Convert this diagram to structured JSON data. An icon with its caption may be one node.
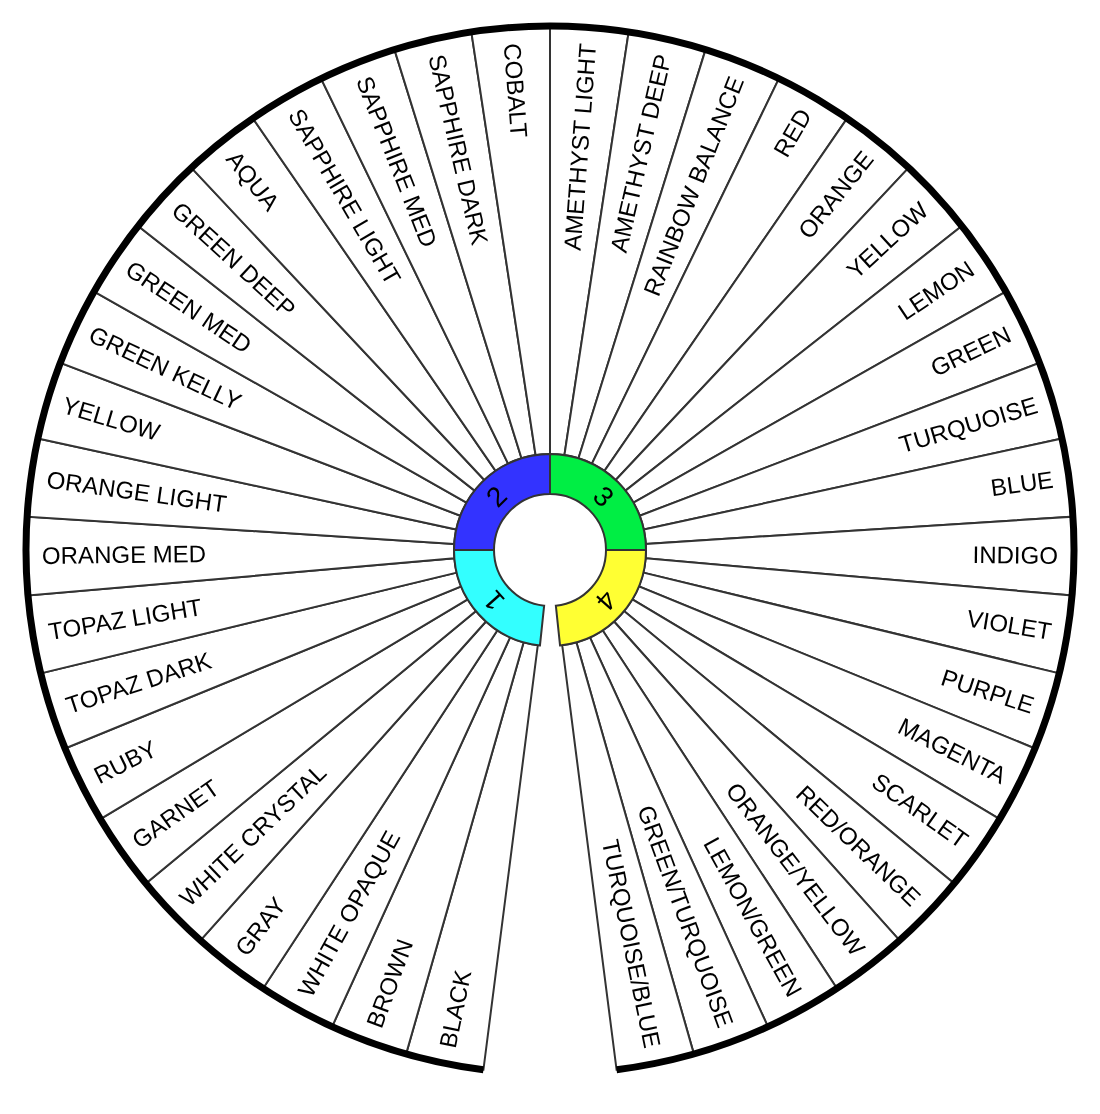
{
  "diagram": {
    "nodes": [
      {
        "text": [
          "1"
        ]
      },
      {
        "text": [
          "2"
        ]
      },
      {
        "text": [
          "3"
        ]
      },
      {
        "text": [
          "4"
        ]
      },
      {
        "text": [
          "AMETHYST LIGHT"
        ]
      },
      {
        "text": [
          "AMETHYST DEEP"
        ]
      },
      {
        "text": [
          "RAINBOW BALANCE"
        ]
      },
      {
        "text": [
          "RED"
        ]
      },
      {
        "text": [
          "ORANGE"
        ]
      },
      {
        "text": [
          "YELLOW"
        ]
      },
      {
        "text": [
          "LEMON"
        ]
      },
      {
        "text": [
          "GREEN"
        ]
      },
      {
        "text": [
          "TURQUOISE"
        ]
      },
      {
        "text": [
          "BLUE"
        ]
      },
      {
        "text": [
          "INDIGO"
        ]
      },
      {
        "text": [
          "VIOLET"
        ]
      },
      {
        "text": [
          "PURPLE"
        ]
      },
      {
        "text": [
          "MAGENTA"
        ]
      },
      {
        "text": [
          "SCARLET"
        ]
      },
      {
        "text": [
          "RED/ORANGE"
        ]
      },
      {
        "text": [
          "ORANGE/YELLOW"
        ]
      },
      {
        "text": [
          "LEMON/GREEN"
        ]
      },
      {
        "text": [
          "GREEN/TURQUOISE"
        ]
      },
      {
        "text": [
          "TURQUOISE/BLUE"
        ]
      },
      {
        "text": [
          "BLACK"
        ]
      },
      {
        "text": [
          "BROWN"
        ]
      },
      {
        "text": [
          "WHITE OPAQUE"
        ]
      },
      {
        "text": [
          "GRAY"
        ]
      },
      {
        "text": [
          "WHITE CRYSTAL"
        ]
      },
      {
        "text": [
          "GARNET"
        ]
      },
      {
        "text": [
          "RUBY"
        ]
      },
      {
        "text": [
          "TOPAZ DARK"
        ]
      },
      {
        "text": [
          "TOPAZ LIGHT"
        ]
      },
      {
        "text": [
          "ORANGE MED"
        ]
      },
      {
        "text": [
          "ORANGE LIGHT"
        ]
      },
      {
        "text": [
          "YELLOW"
        ]
      },
      {
        "text": [
          "GREEN KELLY"
        ]
      },
      {
        "text": [
          "GREEN MED"
        ]
      },
      {
        "text": [
          "GREEN DEEP"
        ]
      },
      {
        "text": [
          "AQUA"
        ]
      },
      {
        "text": [
          "SAPPHIRE LIGHT"
        ]
      },
      {
        "text": [
          "SAPPHIRE MED"
        ]
      },
      {
        "text": [
          "SAPPHIRE DARK"
        ]
      },
      {
        "text": [
          "COBALT"
        ]
      }
    ]
  }
}
